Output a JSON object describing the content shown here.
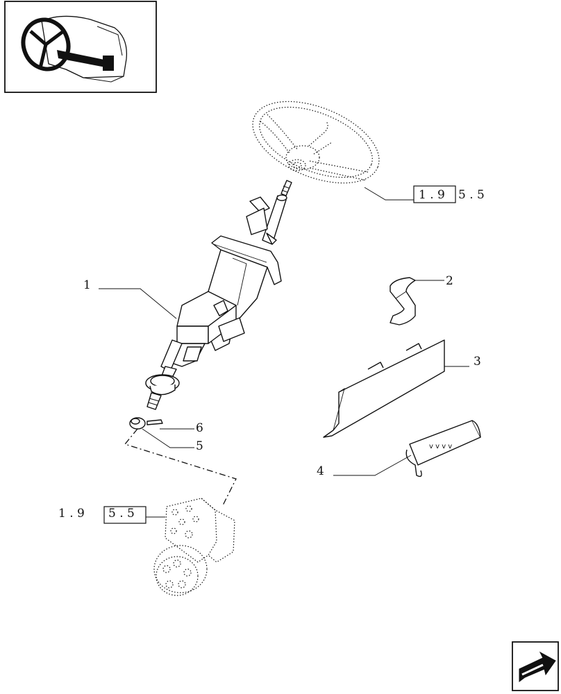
{
  "thumbnail": {
    "icon": "steering-wheel-location-icon"
  },
  "callouts": {
    "c1": "1",
    "c2": "2",
    "c3": "3",
    "c4": "4",
    "c5": "5",
    "c6": "6"
  },
  "references": {
    "steering_wheel": {
      "boxed": "1 . 9",
      "rest": "5 . 5"
    },
    "steering_unit": {
      "lead": "1 . 9",
      "boxed": "5 . 5"
    }
  },
  "nav": {
    "icon": "next-page-arrow-icon"
  }
}
